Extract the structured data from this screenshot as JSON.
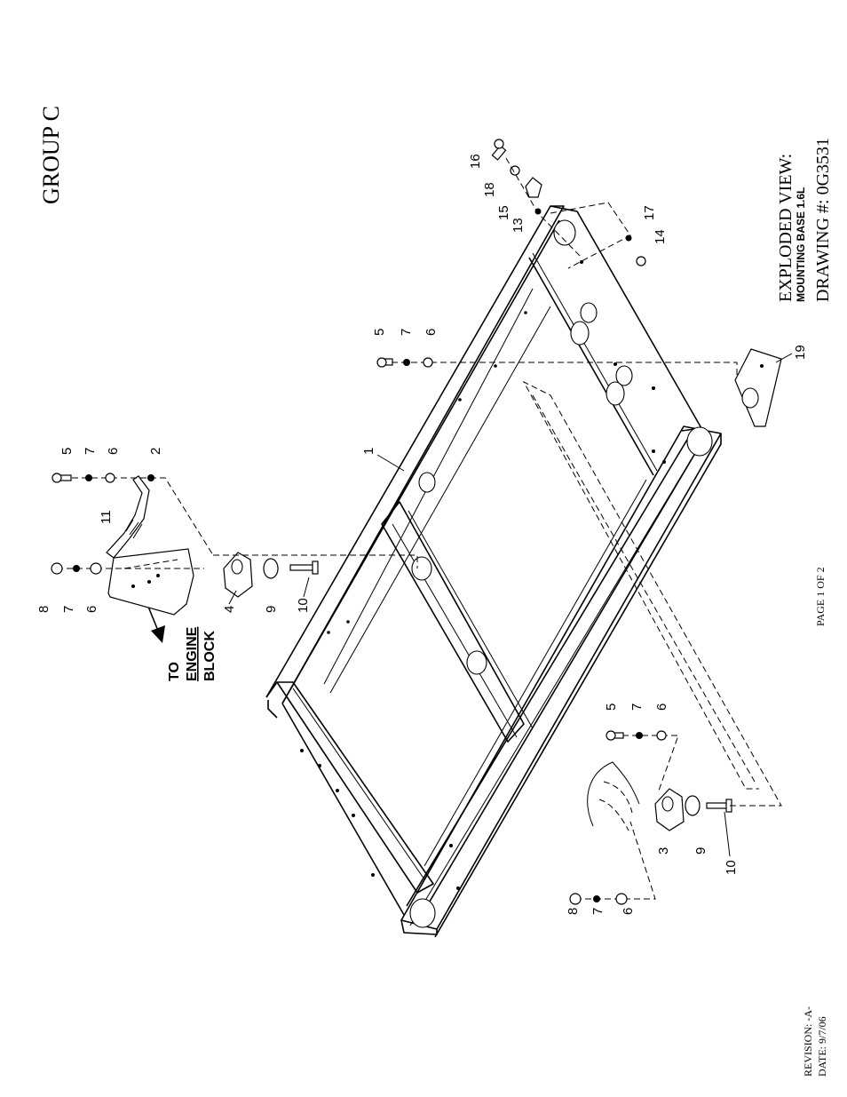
{
  "title": "GROUP C",
  "info": {
    "line1": "EXPLODED VIEW:",
    "line2": "MOUNTING BASE 1.6L",
    "line3": "DRAWING #: 0G3531"
  },
  "page_label": "PAGE 1 OF 2",
  "revision": {
    "revision": "REVISION: -A-",
    "date": "DATE:  9/7/06"
  },
  "engine_note": {
    "line1": "TO",
    "line2": "ENGINE",
    "line3": "BLOCK"
  },
  "callouts": {
    "c1": "1",
    "c2": "2",
    "c3": "3",
    "c4": "4",
    "c5a": "5",
    "c5b": "5",
    "c5c": "5",
    "c6a": "6",
    "c6b": "6",
    "c6c": "6",
    "c6d": "6",
    "c6e": "6",
    "c7a": "7",
    "c7b": "7",
    "c7c": "7",
    "c7d": "7",
    "c7e": "7",
    "c8a": "8",
    "c8b": "8",
    "c9a": "9",
    "c9b": "9",
    "c10a": "10",
    "c10b": "10",
    "c11": "11",
    "c13": "13",
    "c14": "14",
    "c15": "15",
    "c16": "16",
    "c17": "17",
    "c18": "18",
    "c19": "19"
  }
}
